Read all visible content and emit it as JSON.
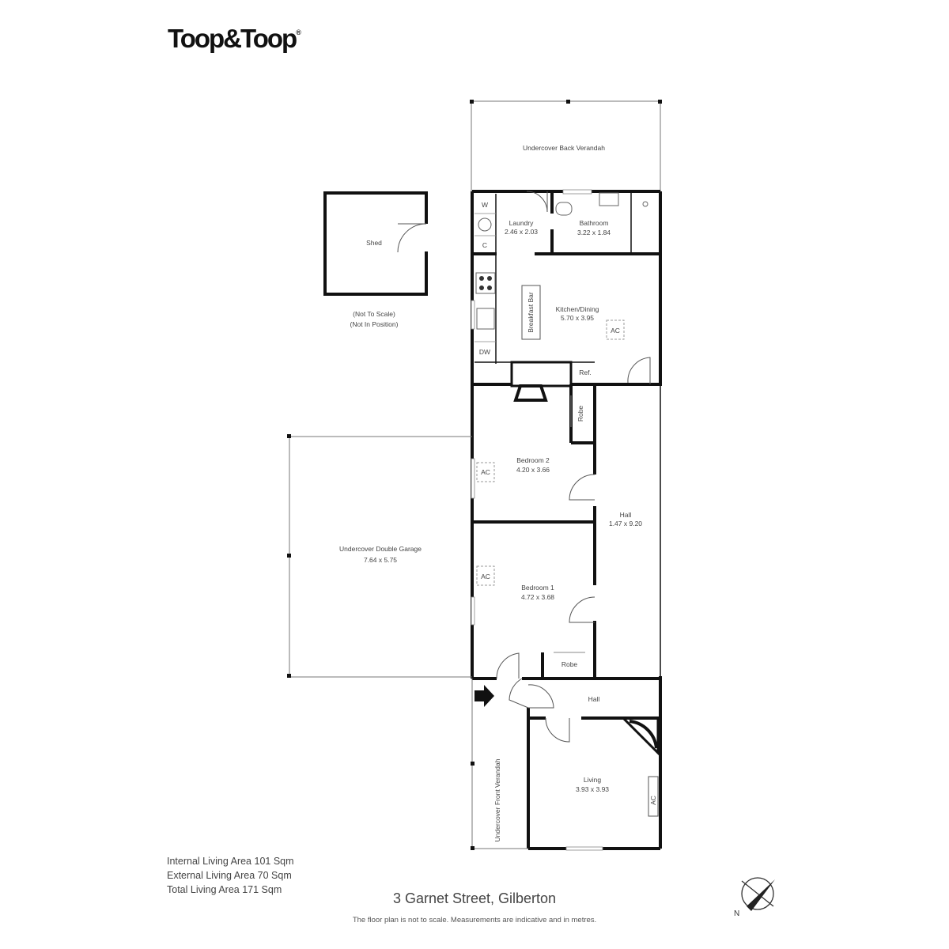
{
  "brand": {
    "logo_text": "Toop&Toop",
    "trademark": "®"
  },
  "rooms": {
    "back_verandah": {
      "name": "Undercover Back Verandah"
    },
    "shed": {
      "name": "Shed",
      "note_1": "(Not To Scale)",
      "note_2": "(Not In Position)"
    },
    "laundry": {
      "name": "Laundry",
      "dims": "2.46 x 2.03",
      "w": "W",
      "c": "C"
    },
    "bathroom": {
      "name": "Bathroom",
      "dims": "3.22 x 1.84"
    },
    "kitchen": {
      "name": "Kitchen/Dining",
      "dims": "5.70 x 3.95",
      "breakfast_bar": "Breakfast Bar",
      "dw": "DW",
      "ref": "Ref.",
      "ac": "AC"
    },
    "bedroom2": {
      "name": "Bedroom 2",
      "dims": "4.20 x 3.66",
      "robe": "Robe",
      "ac": "AC"
    },
    "hall_main": {
      "name": "Hall",
      "dims": "1.47 x 9.20"
    },
    "garage": {
      "name": "Undercover Double Garage",
      "dims": "7.64 x 5.75"
    },
    "bedroom1": {
      "name": "Bedroom 1",
      "dims": "4.72 x 3.68",
      "robe": "Robe",
      "ac": "AC"
    },
    "hall_front": {
      "name": "Hall"
    },
    "front_verandah": {
      "name": "Undercover Front Verandah"
    },
    "living": {
      "name": "Living",
      "dims": "3.93 x 3.93",
      "ac": "AC"
    }
  },
  "areas": {
    "internal": "Internal Living Area 101 Sqm",
    "external": "External Living Area 70 Sqm",
    "total": "Total Living Area 171 Sqm"
  },
  "address": "3 Garnet Street, Gilberton",
  "disclaimer": "The floor plan is not to scale. Measurements are indicative and in metres.",
  "compass": {
    "label": "N"
  },
  "colors": {
    "wall": "#111111",
    "line": "#888888",
    "dashed": "#999999"
  }
}
